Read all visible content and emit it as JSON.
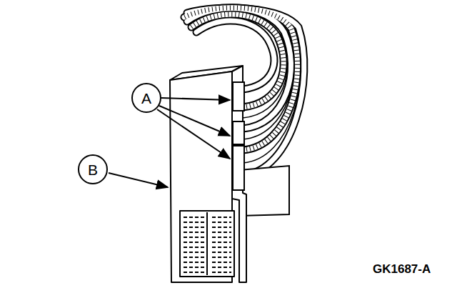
{
  "diagram": {
    "nodes": [
      {
        "text": [
          "A"
        ]
      },
      {
        "text": [
          "B"
        ]
      }
    ],
    "labels": [
      "GK1687-A"
    ]
  }
}
